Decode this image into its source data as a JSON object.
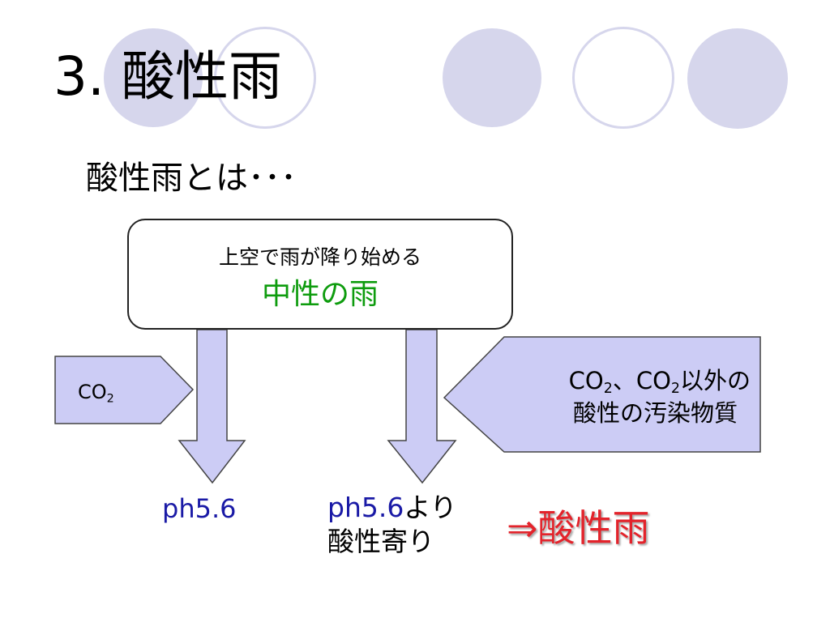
{
  "title": "3. 酸性雨",
  "subtitle": "酸性雨とは･･･",
  "top_box": {
    "line1": "上空で雨が降り始める",
    "line2": "中性の雨"
  },
  "left_input": {
    "text": "CO",
    "sub": "2"
  },
  "right_input": {
    "line1_a": "CO",
    "line1_sub_a": "2",
    "line1_b": "、CO",
    "line1_sub_b": "2",
    "line1_c": "以外の",
    "line2": "酸性の汚染物質"
  },
  "results": {
    "left": "ph5.6",
    "mid_blue": "ph5.6",
    "mid_rest": "より",
    "mid_line2": "酸性寄り",
    "conclusion": "⇒酸性雨"
  },
  "colors": {
    "circle_fill": "#d6d6ec",
    "arrow_fill": "#ccccf5",
    "neutral_green": "#0e9c0e",
    "ph_blue": "#1a1aa6",
    "acid_red": "#e3232b"
  }
}
